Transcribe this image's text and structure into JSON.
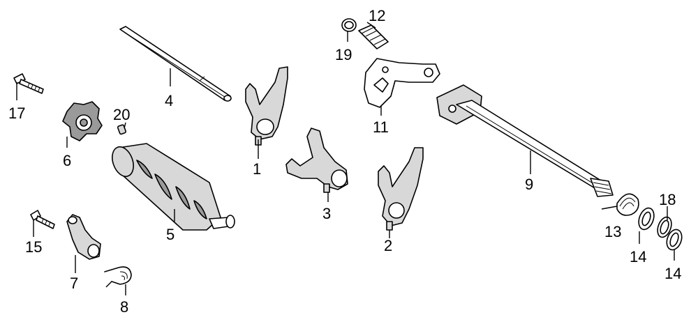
{
  "callouts": [
    {
      "id": "1",
      "label": "1"
    },
    {
      "id": "2",
      "label": "2"
    },
    {
      "id": "3",
      "label": "3"
    },
    {
      "id": "4",
      "label": "4"
    },
    {
      "id": "5",
      "label": "5"
    },
    {
      "id": "6",
      "label": "6"
    },
    {
      "id": "7",
      "label": "7"
    },
    {
      "id": "8",
      "label": "8"
    },
    {
      "id": "9",
      "label": "9"
    },
    {
      "id": "11",
      "label": "11"
    },
    {
      "id": "12",
      "label": "12"
    },
    {
      "id": "13",
      "label": "13"
    },
    {
      "id": "14a",
      "label": "14"
    },
    {
      "id": "14b",
      "label": "14"
    },
    {
      "id": "15",
      "label": "15"
    },
    {
      "id": "17",
      "label": "17"
    },
    {
      "id": "18",
      "label": "18"
    },
    {
      "id": "19",
      "label": "19"
    },
    {
      "id": "20",
      "label": "20"
    }
  ]
}
